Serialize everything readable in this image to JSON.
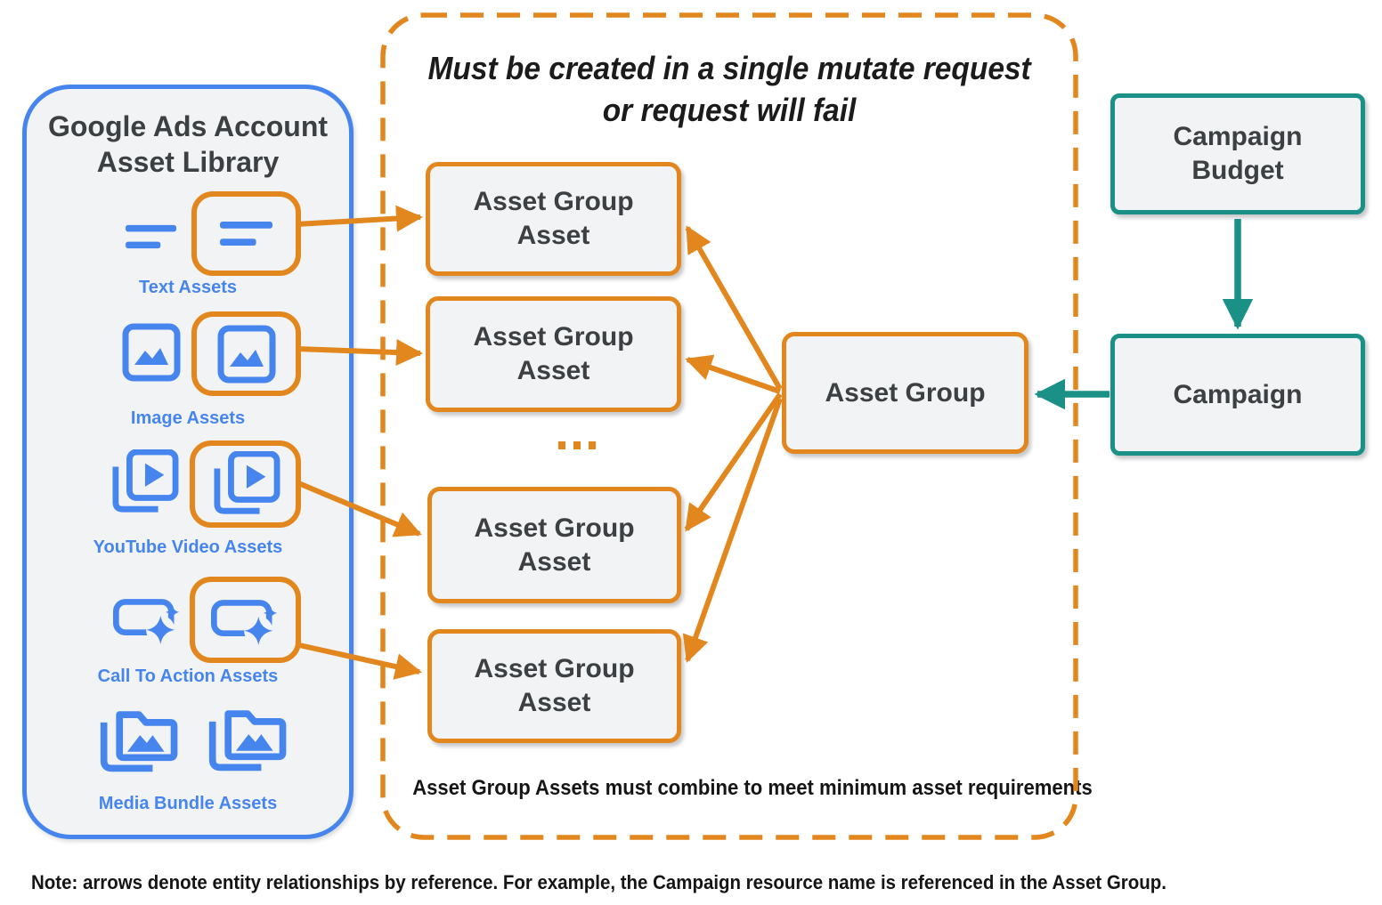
{
  "colors": {
    "orange": "#E2861E",
    "blue": "#4785EE",
    "teal": "#1A9086",
    "node_fill": "#F1F3F4",
    "dark_text": "#3C4043"
  },
  "asset_library": {
    "title": "Google Ads Account Asset Library",
    "items": [
      {
        "label": "Text Assets",
        "icon": "text-asset-icon",
        "highlighted": true
      },
      {
        "label": "Image Assets",
        "icon": "image-asset-icon",
        "highlighted": true
      },
      {
        "label": "YouTube Video Assets",
        "icon": "youtube-video-asset-icon",
        "highlighted": true
      },
      {
        "label": "Call To Action Assets",
        "icon": "call-to-action-asset-icon",
        "highlighted": true
      },
      {
        "label": "Media Bundle Assets",
        "icon": "media-bundle-asset-icon",
        "highlighted": false
      }
    ]
  },
  "mutate_group": {
    "title_line1": "Must be created in a single mutate request",
    "title_line2": "or request will fail",
    "asset_group_assets": [
      "Asset Group Asset",
      "Asset Group Asset",
      "Asset Group Asset",
      "Asset Group Asset"
    ],
    "ellipsis": "...",
    "footnote": "Asset Group Assets must combine to meet minimum asset requirements"
  },
  "entities": {
    "asset_group": "Asset Group",
    "campaign_budget": "Campaign Budget",
    "campaign": "Campaign"
  },
  "note": "Note: arrows denote entity relationships by reference. For example, the Campaign resource name is referenced in the Asset Group."
}
